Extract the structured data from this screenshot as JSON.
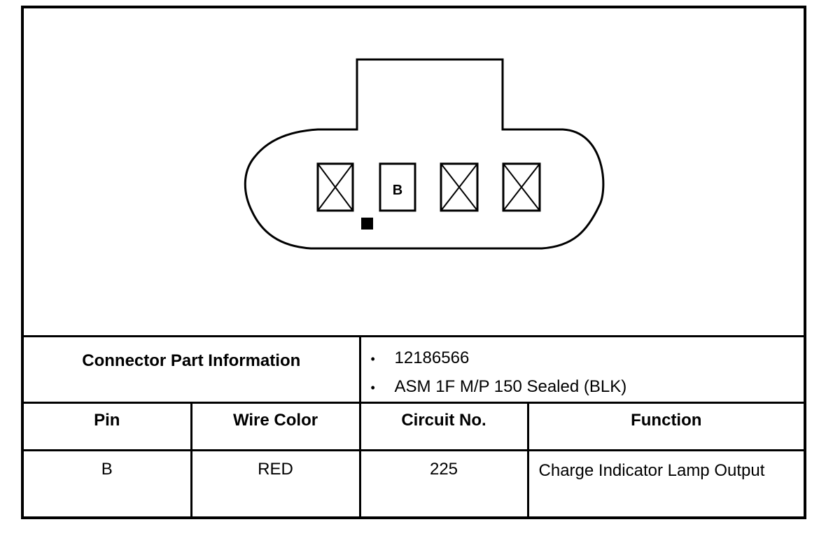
{
  "connector": {
    "cavities": [
      {
        "label": "",
        "state": "unused"
      },
      {
        "label": "B",
        "state": "used"
      },
      {
        "label": "",
        "state": "unused"
      },
      {
        "label": "",
        "state": "unused"
      }
    ]
  },
  "part_info": {
    "label": "Connector Part Information",
    "items": [
      "12186566",
      "ASM 1F M/P 150 Sealed (BLK)"
    ]
  },
  "table": {
    "headers": [
      "Pin",
      "Wire Color",
      "Circuit No.",
      "Function"
    ],
    "rows": [
      {
        "pin": "B",
        "wire_color": "RED",
        "circuit_no": "225",
        "function": "Charge Indicator Lamp Output"
      }
    ]
  }
}
